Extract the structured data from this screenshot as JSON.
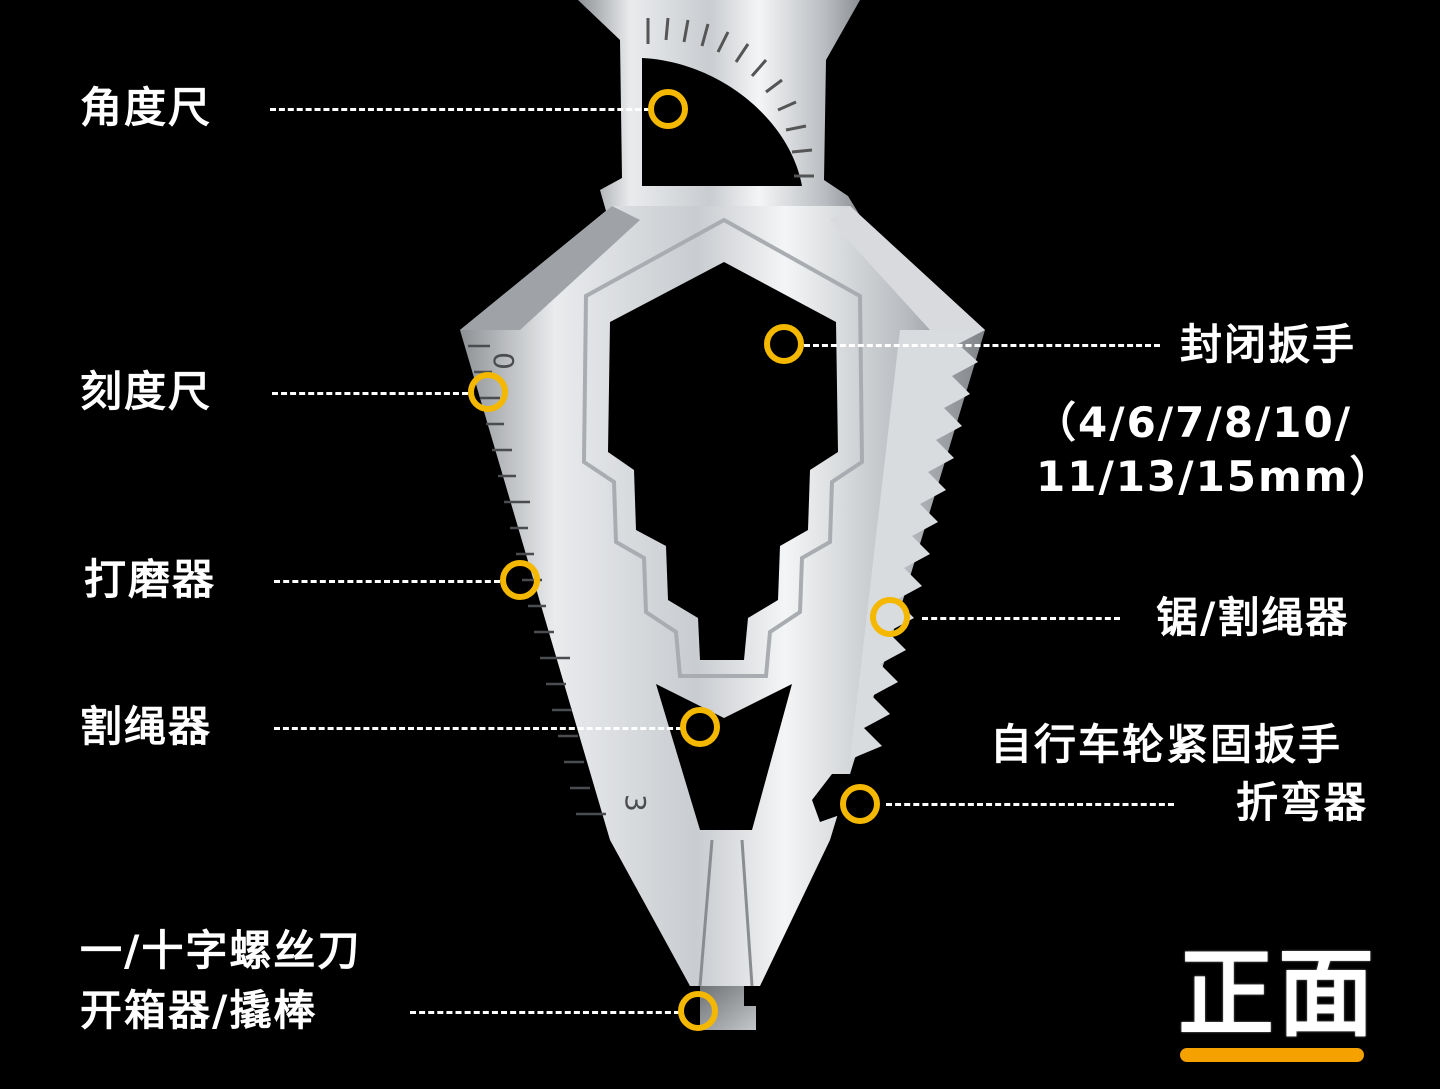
{
  "labels": {
    "angle_ruler": "角度尺",
    "scale_ruler": "刻度尺",
    "sharpener": "打磨器",
    "rope_cutter": "割绳器",
    "screwdriver_line1": "一/十字螺丝刀",
    "screwdriver_line2": "开箱器/撬棒",
    "box_wrench": "封闭扳手",
    "box_wrench_sizes_line1": "（4/6/7/8/10/",
    "box_wrench_sizes_line2": "11/13/15mm）",
    "saw_rope_cutter": "锯/割绳器",
    "bike_wrench": "自行车轮紧固扳手",
    "bender": "折弯器"
  },
  "ruler_marks": {
    "start": "0",
    "end": "3"
  },
  "face": {
    "title": "正面"
  },
  "colors": {
    "background": "#000000",
    "marker": "#f5b800",
    "underline": "#f5a200",
    "text": "#ffffff"
  }
}
